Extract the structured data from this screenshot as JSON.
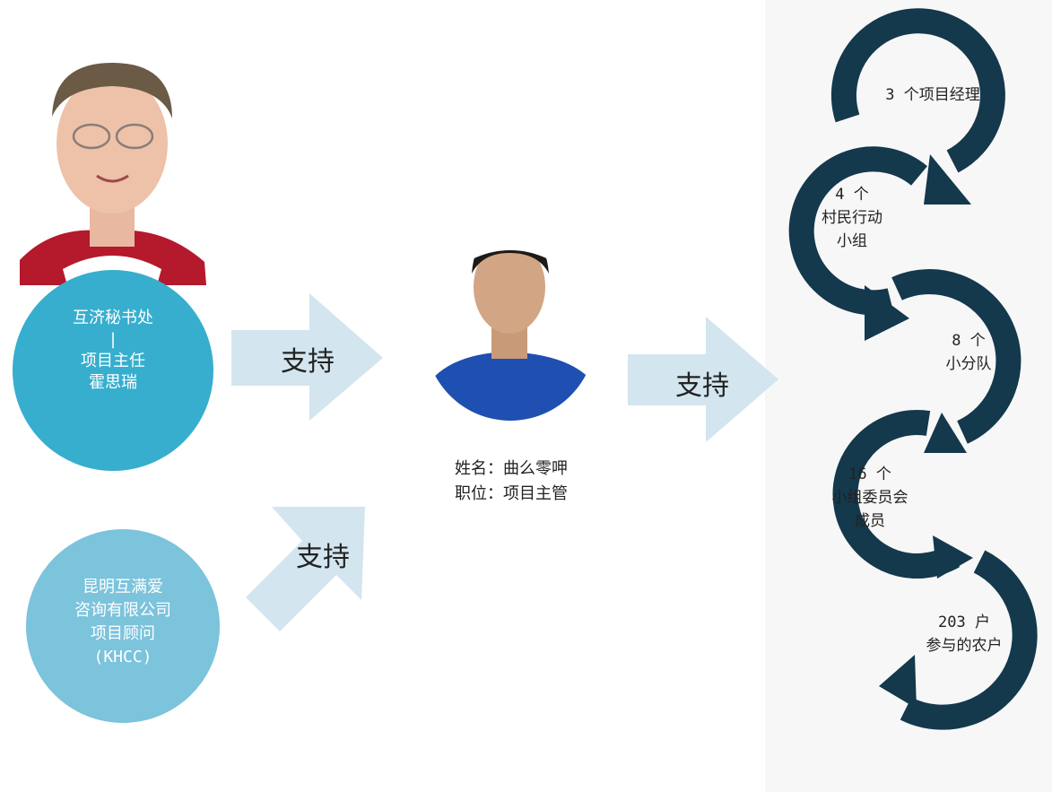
{
  "colors": {
    "circle_top": "#37aece",
    "circle_bottom": "#7cc3dc",
    "arrow_light": "#d3e5ee",
    "ring_dark": "#14384c",
    "panel_bg": "#f7f7f7"
  },
  "director": {
    "photo_icon": "portrait-photo",
    "label": "互济秘书处\n|\n项目主任\n霍思瑞"
  },
  "consultant": {
    "label": "昆明互满爱\n咨询有限公司\n项目顾问\n(KHCC)"
  },
  "supervisor": {
    "photo_icon": "portrait-photo",
    "name": "姓名：曲么零呷",
    "position": "职位：项目主管"
  },
  "arrows": {
    "support_1": "支持",
    "support_2": "支持",
    "support_3": "支持"
  },
  "steps": [
    "3 个项目经理",
    "4 个\n村民行动\n小组",
    "8 个\n小分队",
    "16 个\n小组委员会\n成员",
    "203 户\n参与的农户"
  ]
}
